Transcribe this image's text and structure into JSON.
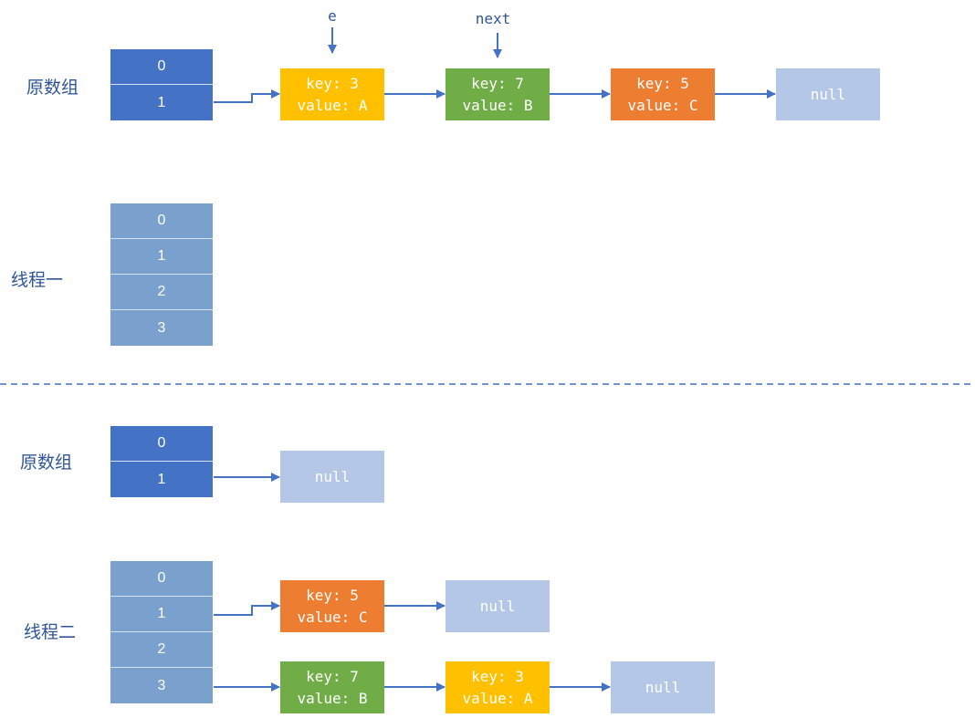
{
  "labels": {
    "original_array_1": "原数组",
    "thread_one": "线程一",
    "original_array_2": "原数组",
    "thread_two": "线程二"
  },
  "pointers": {
    "e": "e",
    "next": "next"
  },
  "array_original_top": [
    "0",
    "1"
  ],
  "array_thread_one": [
    "0",
    "1",
    "2",
    "3"
  ],
  "array_original_bottom": [
    "0",
    "1"
  ],
  "array_thread_two": [
    "0",
    "1",
    "2",
    "3"
  ],
  "top_chain": [
    {
      "key": "key: 3",
      "value": "value: A"
    },
    {
      "key": "key: 7",
      "value": "value: B"
    },
    {
      "key": "key: 5",
      "value": "value: C"
    }
  ],
  "null_text": "null",
  "thread_two_chain_1": [
    {
      "key": "key: 5",
      "value": "value: C"
    }
  ],
  "thread_two_chain_3": [
    {
      "key": "key: 7",
      "value": "value: B"
    },
    {
      "key": "key: 3",
      "value": "value: A"
    }
  ],
  "colors": {
    "dark_blue": "#4472c4",
    "light_blue": "#7aa0cd",
    "null_blue": "#b4c7e7",
    "yellow": "#ffc000",
    "green": "#70ad47",
    "orange": "#ed7d31",
    "line": "#4472c4"
  }
}
